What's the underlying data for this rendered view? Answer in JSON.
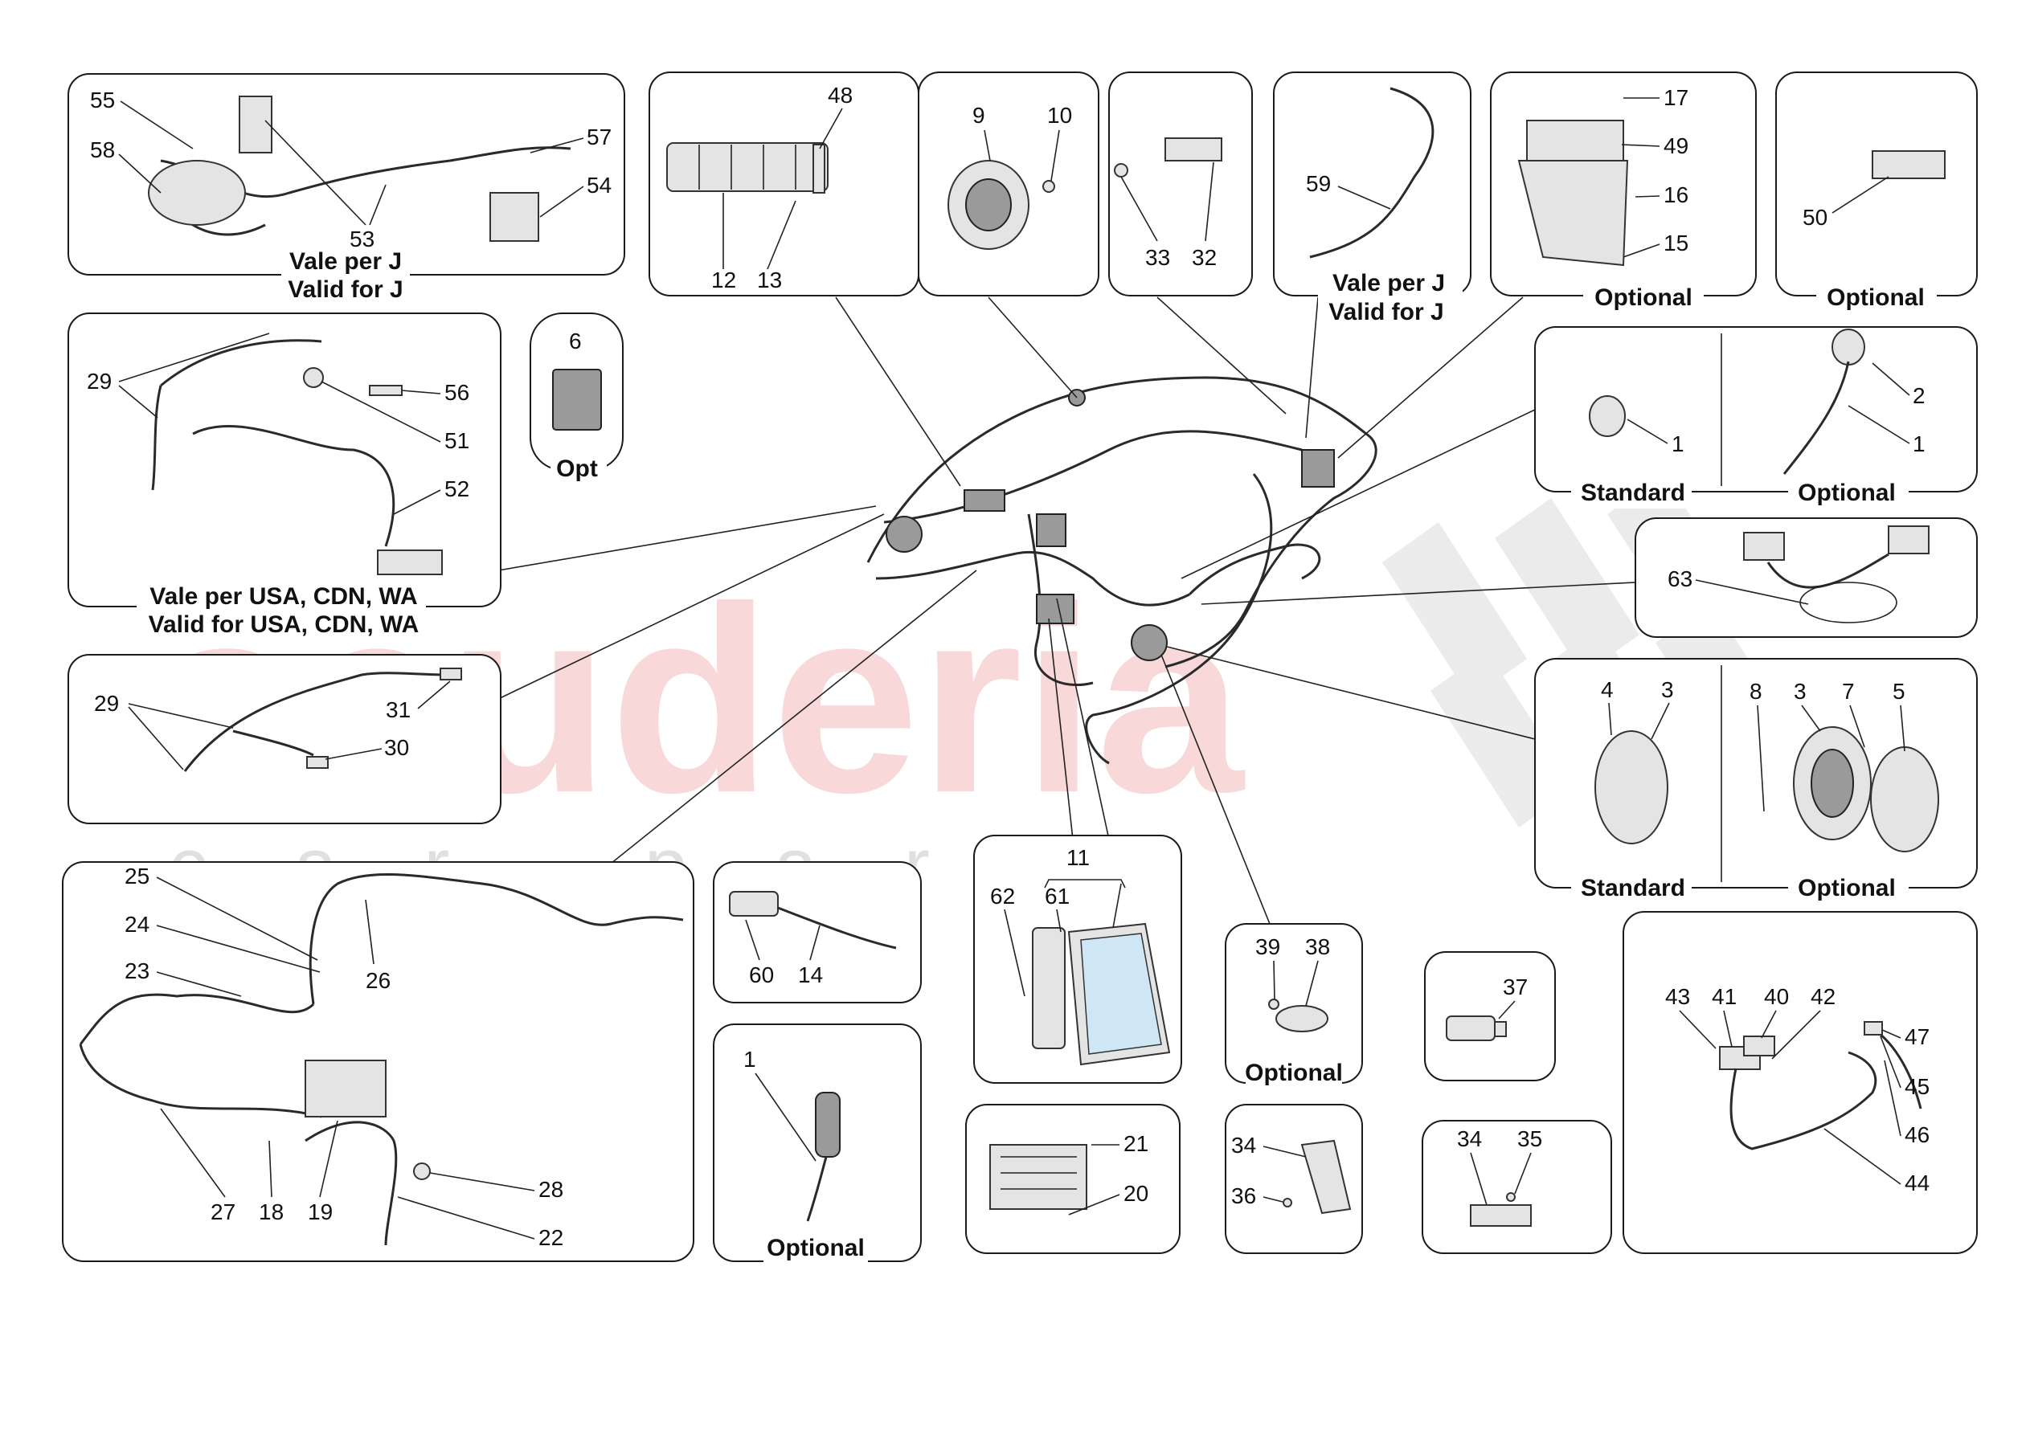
{
  "watermark": {
    "main": "scuderia",
    "sub": "car parts"
  },
  "captions": {
    "vale_j": "Vale per J",
    "valid_j": "Valid for J",
    "opt": "Opt",
    "vale_usa": "Vale per USA, CDN, WA",
    "valid_usa": "Valid for USA, CDN, WA",
    "optional": "Optional",
    "standard": "Standard"
  },
  "callouts": {
    "p1": [
      "55",
      "58",
      "57",
      "54",
      "53"
    ],
    "p2": [
      "48",
      "12",
      "13"
    ],
    "p3": [
      "9",
      "10"
    ],
    "p4": [
      "33",
      "32"
    ],
    "p5": [
      "59"
    ],
    "p6": [
      "17",
      "49",
      "16",
      "15"
    ],
    "p7": [
      "50"
    ],
    "p8": [
      "29",
      "56",
      "51",
      "52"
    ],
    "p9": [
      "6"
    ],
    "p10": [
      "1",
      "2",
      "1"
    ],
    "p11": [
      "63"
    ],
    "p12": [
      "29",
      "31",
      "30"
    ],
    "p13": [
      "4",
      "3",
      "8",
      "3",
      "7",
      "5"
    ],
    "p14": [
      "25",
      "24",
      "26",
      "23",
      "27",
      "18",
      "19",
      "28",
      "22"
    ],
    "p15": [
      "60",
      "14"
    ],
    "p16": [
      "11",
      "62",
      "61"
    ],
    "p17": [
      "39",
      "38"
    ],
    "p18": [
      "37"
    ],
    "p19": [
      "43",
      "41",
      "40",
      "42",
      "47",
      "45",
      "46",
      "44"
    ],
    "p20": [
      "1"
    ],
    "p21": [
      "21",
      "20"
    ],
    "p22": [
      "34",
      "36"
    ],
    "p23": [
      "34",
      "35"
    ]
  }
}
